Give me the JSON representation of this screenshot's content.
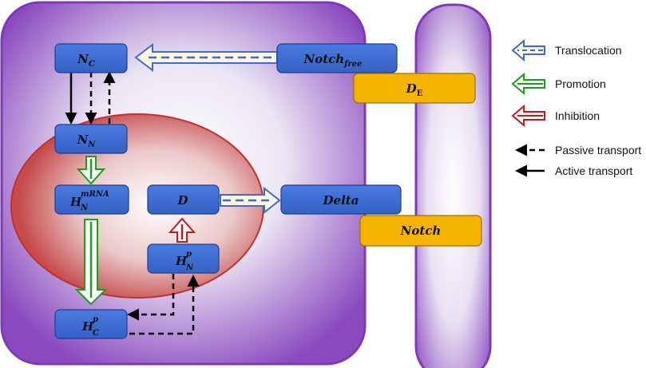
{
  "colors": {
    "cell_purple": "#7c3bb6",
    "nucleus_red": "#c0302f",
    "species_box": "#3f6fd2",
    "ligand_box": "#f5b400",
    "translocation": "#3d6bd1",
    "promotion": "#16a11a",
    "inhibition": "#c81818"
  },
  "boxes": {
    "nc": {
      "base": "N",
      "sub": "C",
      "sup": ""
    },
    "nn": {
      "base": "N",
      "sub": "N",
      "sup": ""
    },
    "hmrna": {
      "base": "H",
      "sub": "N",
      "sup": "mRNA"
    },
    "hc": {
      "base": "H",
      "sub": "C",
      "sup": "p"
    },
    "hn": {
      "base": "H",
      "sub": "N",
      "sup": "p"
    },
    "d": {
      "base": "D",
      "sub": "",
      "sup": ""
    },
    "notchfree": {
      "base": "Notch",
      "sub": "free",
      "sup": ""
    },
    "de": {
      "base": "D",
      "sub": "E",
      "sup": ""
    },
    "delta": {
      "base": "Delta",
      "sub": "",
      "sup": ""
    },
    "notch": {
      "base": "Notch",
      "sub": "",
      "sup": ""
    }
  },
  "legend": {
    "translocation": "Translocation",
    "promotion": "Promotion",
    "inhibition": "Inhibition",
    "passive": "Passive transport",
    "active": "Active transport"
  }
}
